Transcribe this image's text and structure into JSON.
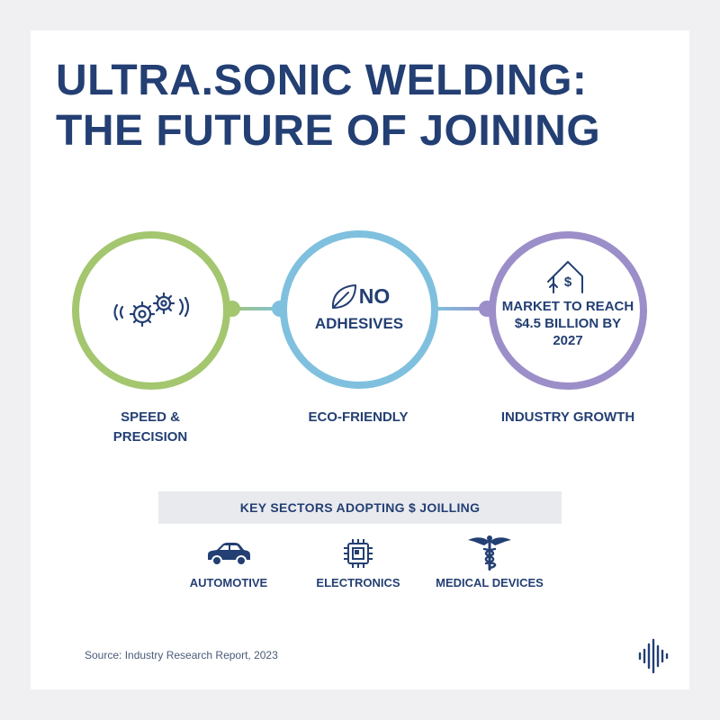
{
  "title": {
    "line1": "ULTRA.SONIC WELDING:",
    "line2": "THE FUTURE OF JOINING"
  },
  "circles": [
    {
      "icon": "gears-waves-icon",
      "text": "",
      "caption": "SPEED &\nPRECISION",
      "color": "#a3c66f"
    },
    {
      "icon": "leaf-icon",
      "text_lead": "NO",
      "text": "ADHESIVES",
      "caption": "ECO-FRIENDLY",
      "color": "#7fc0de"
    },
    {
      "icon": "house-dollar-icon",
      "text": "MARKET TO REACH $4.5 BILLION BY 2027",
      "text_lines": [
        "MARKET TO REACH",
        "$4.5 BILLION BY",
        "2027"
      ],
      "caption": "INDUSTRY GROWTH",
      "color": "#9c8ec8"
    }
  ],
  "banner": {
    "label": "KEY SECTORS ADOPTING $ JOILLING"
  },
  "sectors": [
    {
      "icon": "car-icon",
      "label": "AUTOMOTIVE"
    },
    {
      "icon": "chip-icon",
      "label": "ELECTRONICS"
    },
    {
      "icon": "caduceus-icon",
      "label": "MEDICAL DEVICES"
    }
  ],
  "source": "Source: Industry Research Report, 2023",
  "logo": {
    "icon": "soundwave-logo-icon"
  },
  "colors": {
    "navy": "#233f73",
    "green": "#a3c66f",
    "blue": "#7fc0de",
    "purple": "#9c8ec8"
  }
}
